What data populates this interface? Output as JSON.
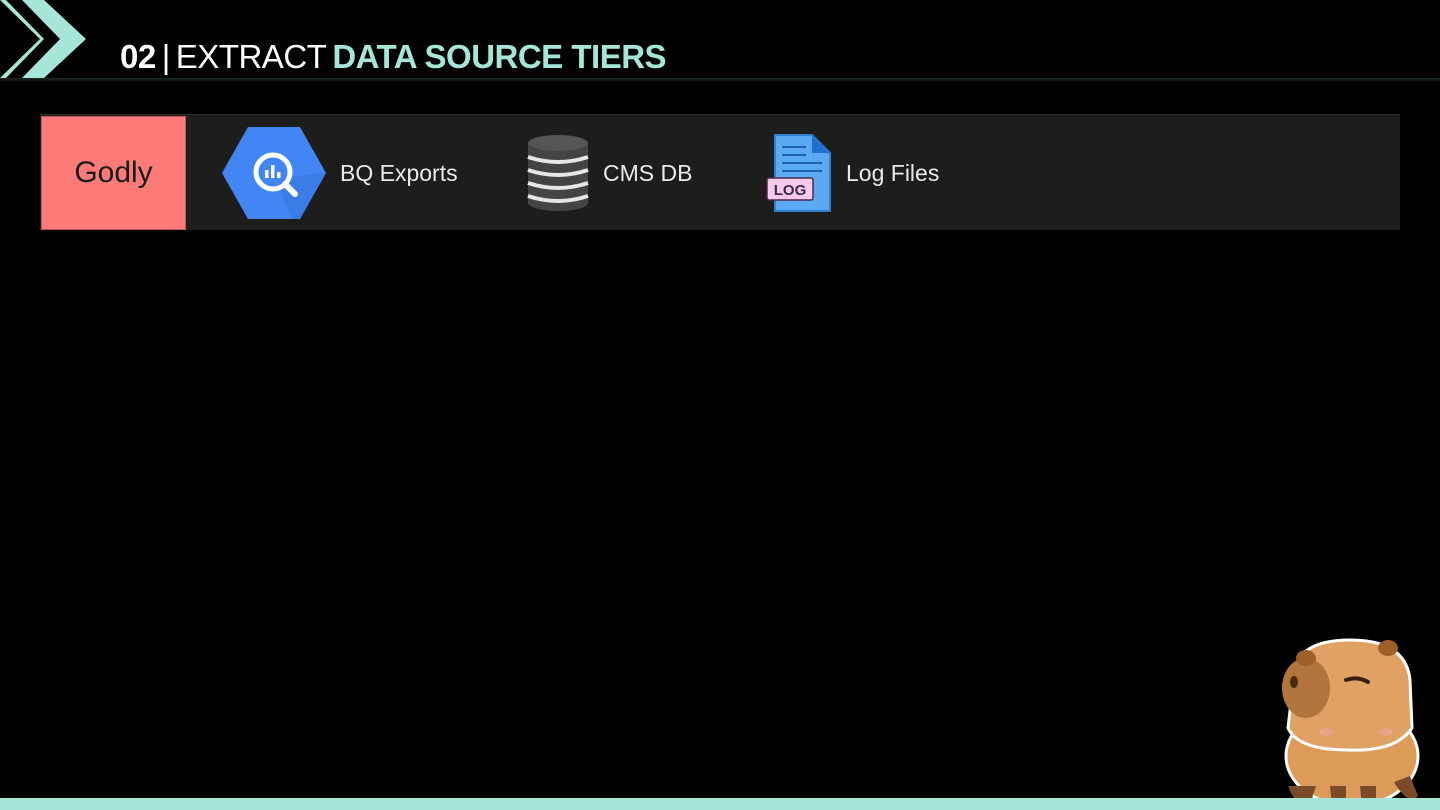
{
  "header": {
    "number": "02",
    "separator": "|",
    "title_plain": "EXTRACT",
    "title_accent": "DATA SOURCE TIERS"
  },
  "tier": {
    "label": "Godly",
    "sources": [
      {
        "label": "BQ Exports",
        "icon": "bigquery-icon"
      },
      {
        "label": "CMS DB",
        "icon": "database-icon"
      },
      {
        "label": "Log Files",
        "icon": "log-file-icon"
      }
    ]
  },
  "colors": {
    "accent": "#a6e6d8",
    "tier_godly": "#fc7b78",
    "row_background": "#1d1e1b",
    "bigquery_blue": "#4285f4"
  },
  "decorations": {
    "mascot": "capybara-mascot"
  }
}
